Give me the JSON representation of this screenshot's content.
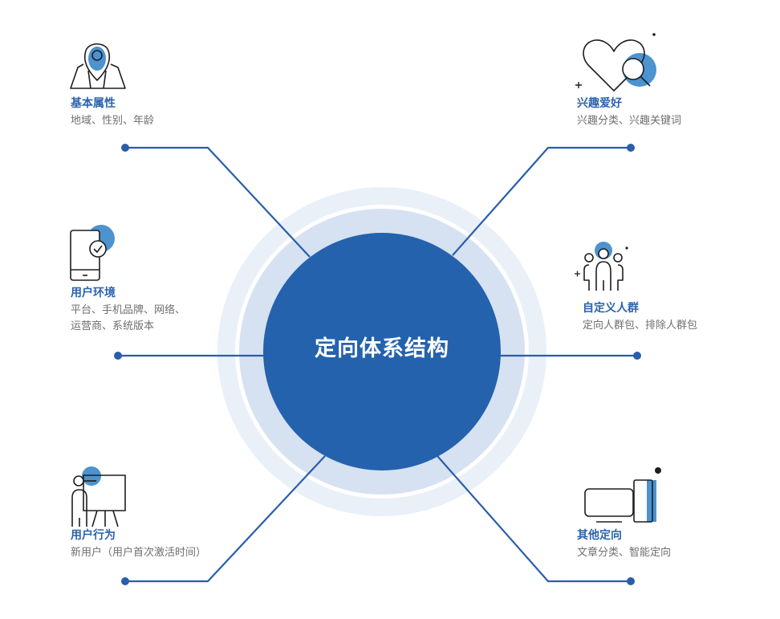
{
  "center": {
    "title": "定向体系结构"
  },
  "nodes": [
    {
      "id": "basic",
      "title": "基本属性",
      "desc": [
        "地域、性别、年龄"
      ],
      "icon": "map-pin-icon"
    },
    {
      "id": "env",
      "title": "用户环境",
      "desc": [
        "平台、手机品牌、网络、",
        "运营商、系统版本"
      ],
      "icon": "mobile-phone-icon"
    },
    {
      "id": "behavior",
      "title": "用户行为",
      "desc": [
        "新用户（用户首次激活时间）"
      ],
      "icon": "presenter-icon"
    },
    {
      "id": "interest",
      "title": "兴趣爱好",
      "desc": [
        "兴趣分类、兴趣关键词"
      ],
      "icon": "heart-search-icon"
    },
    {
      "id": "custom",
      "title": "自定义人群",
      "desc": [
        "定向人群包、排除人群包"
      ],
      "icon": "user-group-icon"
    },
    {
      "id": "other",
      "title": "其他定向",
      "desc": [
        "文章分类、智能定向"
      ],
      "icon": "monitor-icon"
    }
  ],
  "colors": {
    "primary": "#2462ad",
    "line": "#2a5ea8",
    "accent": "#4c93cf",
    "halo_outer": "#eaf0f8",
    "halo_inner": "#d6e2f1",
    "icon_stroke": "#1e1e1e",
    "title_text": "#2a63ad",
    "desc_text": "#6f6f6f"
  }
}
